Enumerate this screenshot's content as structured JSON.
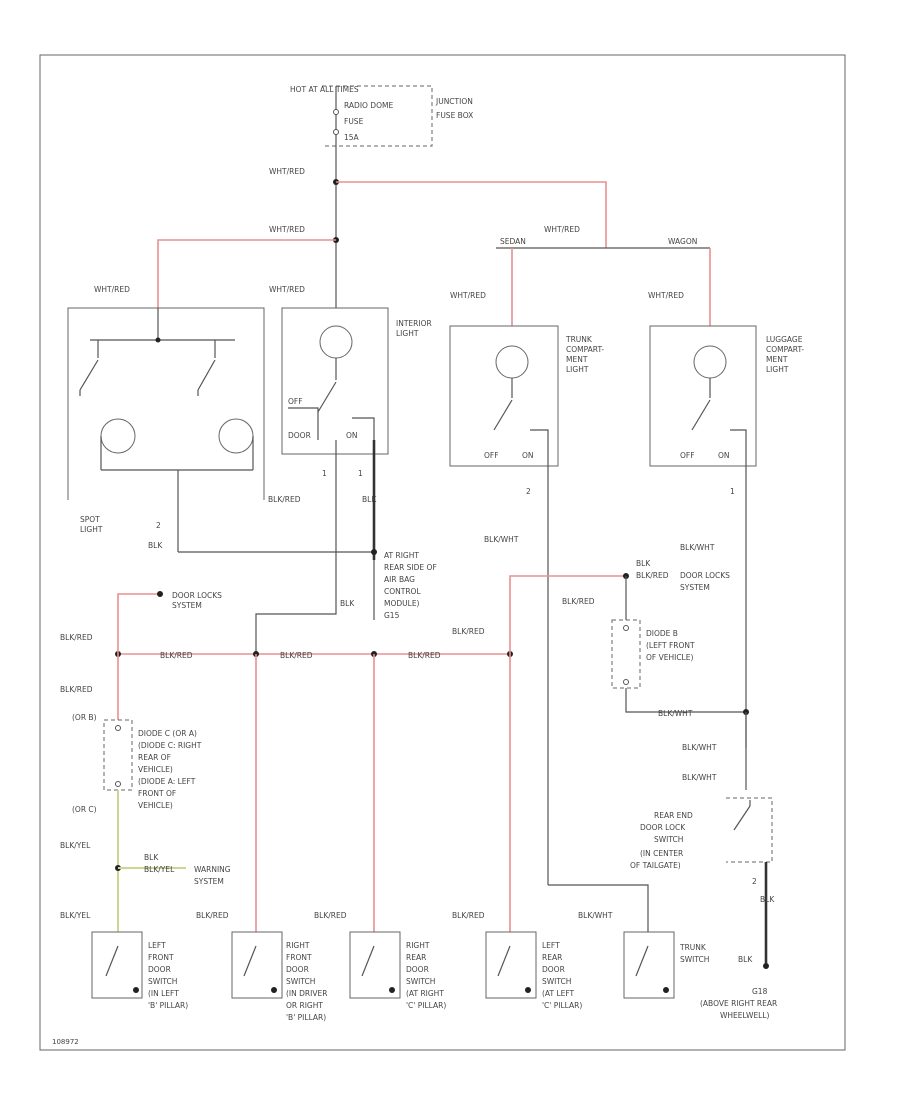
{
  "labels": {
    "hot_at_all_times": "HOT AT ALL TIMES",
    "radio_dome_fuse": "RADIO DOME",
    "fuse": "FUSE",
    "fuse_amp": "15A",
    "junction_fuse_box_1": "JUNCTION",
    "junction_fuse_box_2": "FUSE BOX",
    "wht_red": "WHT/RED",
    "sedan": "SEDAN",
    "wagon": "WAGON",
    "interior_light_1": "INTERIOR",
    "interior_light_2": "LIGHT",
    "off": "OFF",
    "on": "ON",
    "door": "DOOR",
    "trunk_light_1": "TRUNK",
    "trunk_light_2": "COMPART-",
    "trunk_light_3": "MENT",
    "trunk_light_4": "LIGHT",
    "luggage_light_1": "LUGGAGE",
    "luggage_light_2": "COMPART-",
    "luggage_light_3": "MENT",
    "luggage_light_4": "LIGHT",
    "spot_light_1": "SPOT",
    "spot_light_2": "LIGHT",
    "blk": "BLK",
    "blk_red": "BLK/RED",
    "blk_wht": "BLK/WHT",
    "blk_yel": "BLK/YEL",
    "pin_1": "1",
    "pin_2": "2",
    "ground_g15_1": "AT RIGHT",
    "ground_g15_2": "REAR SIDE OF",
    "ground_g15_3": "AIR BAG",
    "ground_g15_4": "CONTROL",
    "ground_g15_5": "MODULE)",
    "ground_g15_6": "G15",
    "door_locks_1": "DOOR LOCKS",
    "door_locks_2": "SYSTEM",
    "diode_b_1": "DIODE B",
    "diode_b_2": "(LEFT FRONT",
    "diode_b_3": "OF VEHICLE)",
    "diode_l_1": "DIODE C (OR A)",
    "diode_l_2": "(DIODE C: RIGHT",
    "diode_l_3": "REAR OF",
    "diode_l_4": "VEHICLE)",
    "diode_l_5": "(DIODE A: LEFT",
    "diode_l_6": "FRONT OF",
    "diode_l_7": "VEHICLE)",
    "or_b": "(OR B)",
    "or_c": "(OR C)",
    "warning_1": "WARNING",
    "warning_2": "SYSTEM",
    "rear_end_1": "REAR END",
    "rear_end_2": "DOOR LOCK",
    "rear_end_3": "SWITCH",
    "rear_end_4": "(IN CENTER",
    "rear_end_5": "OF TAILGATE)",
    "lf_door_1": "LEFT",
    "lf_door_2": "FRONT",
    "lf_door_3": "DOOR",
    "lf_door_4": "SWITCH",
    "lf_door_5": "(IN LEFT",
    "lf_door_6": "'B' PILLAR)",
    "rf_door_1": "RIGHT",
    "rf_door_2": "FRONT",
    "rf_door_3": "DOOR",
    "rf_door_4": "SWITCH",
    "rf_door_5": "(IN DRIVER",
    "rf_door_6": "OR RIGHT",
    "rf_door_7": "'B' PILLAR)",
    "rr_door_1": "RIGHT",
    "rr_door_2": "REAR",
    "rr_door_3": "DOOR",
    "rr_door_4": "SWITCH",
    "rr_door_5": "(AT RIGHT",
    "rr_door_6": "'C' PILLAR)",
    "lr_door_1": "LEFT",
    "lr_door_2": "REAR",
    "lr_door_3": "DOOR",
    "lr_door_4": "SWITCH",
    "lr_door_5": "(AT LEFT",
    "lr_door_6": "'C' PILLAR)",
    "trunk_sw_1": "TRUNK",
    "trunk_sw_2": "SWITCH",
    "g18_1": "G18",
    "g18_2": "(ABOVE RIGHT REAR",
    "g18_3": "WHEELWELL)",
    "figure_code": "108972"
  },
  "colors": {
    "wire": "#555555",
    "red_wire": "#e89090",
    "black_wire": "#333333",
    "yellow_wire": "#c8d890"
  }
}
